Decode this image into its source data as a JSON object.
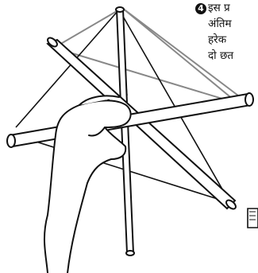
{
  "step": {
    "number": "4",
    "lines": [
      "इस प्र",
      "अंतिम",
      "हरेक",
      "दो छत"
    ]
  },
  "icons": [
    "hand-icon",
    "next-step-icon"
  ]
}
